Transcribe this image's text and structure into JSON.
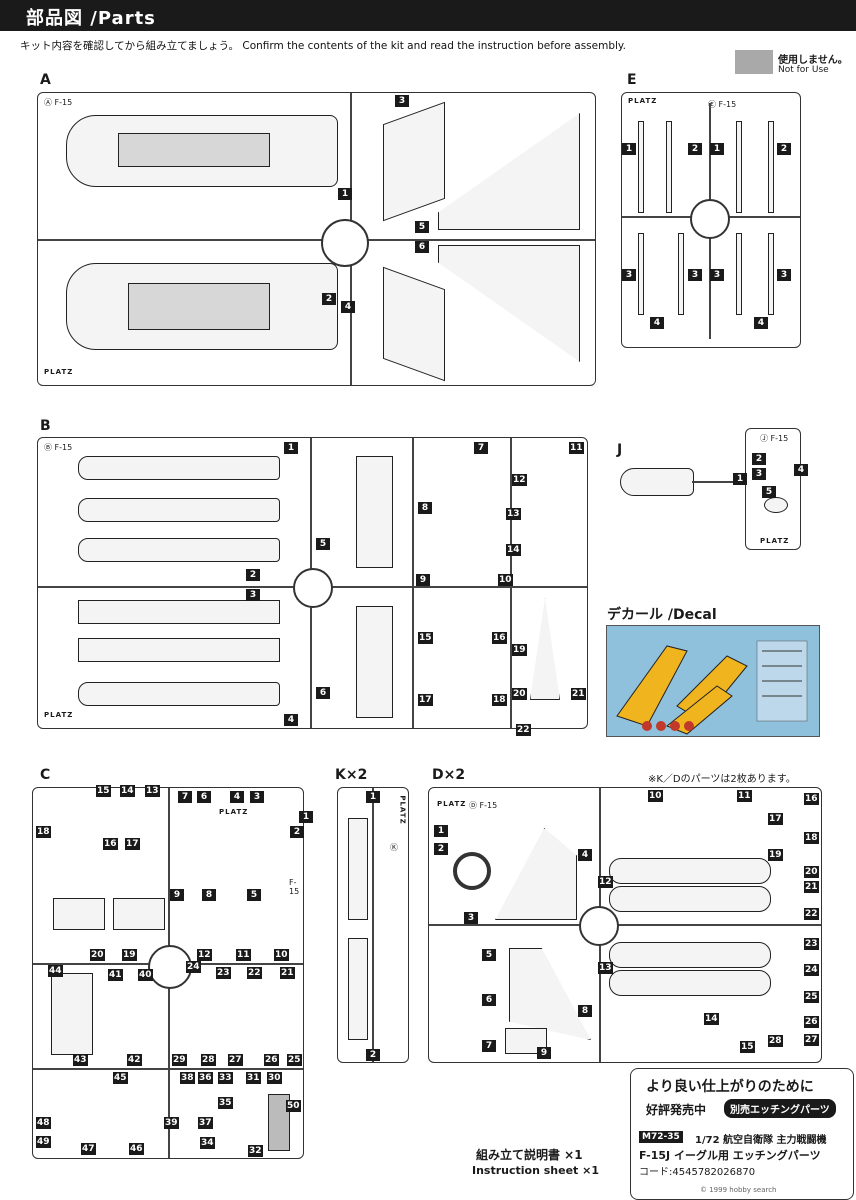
{
  "header": {
    "title": "部品図 /Parts"
  },
  "intro": "キット内容を確認してから組み立てましょう。 Confirm the contents of the kit and read the instruction before assembly.",
  "legend": {
    "jp": "使用しません。",
    "en": "Not for Use",
    "swatch_color": "#a9a9a9"
  },
  "sections": {
    "A": {
      "label": "A",
      "tag": "Ⓐ F-15",
      "brand": "PLATZ",
      "parts": [
        "1",
        "2",
        "3",
        "4",
        "5",
        "6"
      ]
    },
    "B": {
      "label": "B",
      "tag": "Ⓑ F-15",
      "brand": "PLATZ",
      "parts": [
        "1",
        "2",
        "3",
        "4",
        "5",
        "6",
        "7",
        "8",
        "9",
        "10",
        "11",
        "12",
        "13",
        "14",
        "15",
        "16",
        "17",
        "18",
        "19",
        "20",
        "21",
        "22"
      ]
    },
    "E": {
      "label": "E",
      "tag": "Ⓔ F-15",
      "brand": "PLATZ",
      "parts": [
        "1",
        "2",
        "1",
        "2",
        "3",
        "3",
        "3",
        "3",
        "4",
        "4"
      ]
    },
    "J": {
      "label": "J",
      "tag": "Ⓙ F-15",
      "brand": "PLATZ",
      "parts": [
        "1",
        "2",
        "3",
        "4",
        "5"
      ]
    },
    "C": {
      "label": "C",
      "tag": "F-15",
      "brand": "PLATZ",
      "parts": [
        "1",
        "2",
        "3",
        "4",
        "5",
        "6",
        "7",
        "8",
        "9",
        "10",
        "11",
        "12",
        "13",
        "14",
        "15",
        "16",
        "17",
        "18",
        "19",
        "20",
        "21",
        "22",
        "23",
        "24",
        "25",
        "26",
        "27",
        "28",
        "29",
        "30",
        "31",
        "32",
        "33",
        "34",
        "35",
        "36",
        "37",
        "38",
        "39",
        "40",
        "41",
        "42",
        "43",
        "44",
        "45",
        "46",
        "47",
        "48",
        "49",
        "50"
      ]
    },
    "K": {
      "label": "K×2",
      "tag": "Ⓚ",
      "brand": "PLATZ",
      "parts": [
        "1",
        "2"
      ]
    },
    "D": {
      "label": "D×2",
      "tag": "Ⓓ F-15",
      "brand": "PLATZ",
      "parts": [
        "1",
        "2",
        "3",
        "4",
        "5",
        "6",
        "7",
        "8",
        "9",
        "10",
        "11",
        "12",
        "13",
        "14",
        "15",
        "16",
        "17",
        "18",
        "19",
        "20",
        "21",
        "22",
        "23",
        "24",
        "25",
        "26",
        "27",
        "28"
      ]
    }
  },
  "kd_note": "※K／Dのパーツは2枚あります。",
  "decal": {
    "title": "デカール /Decal",
    "bg_color": "#8fc0dc",
    "accent_color": "#f0b41e"
  },
  "instruction": {
    "jp": "組み立て説明書 ×1",
    "en": "Instruction sheet ×1"
  },
  "promo": {
    "title": "より良い仕上がりのために",
    "sale": "好評発売中",
    "badge": "別売エッチングパーツ",
    "code_tag": "M72-35",
    "line1": "1/72 航空自衛隊 主力戦闘機",
    "line2": "F-15J イーグル用 エッチングパーツ",
    "line3": "コード:4545782026870"
  },
  "watermark": "© 1999 hobby search"
}
